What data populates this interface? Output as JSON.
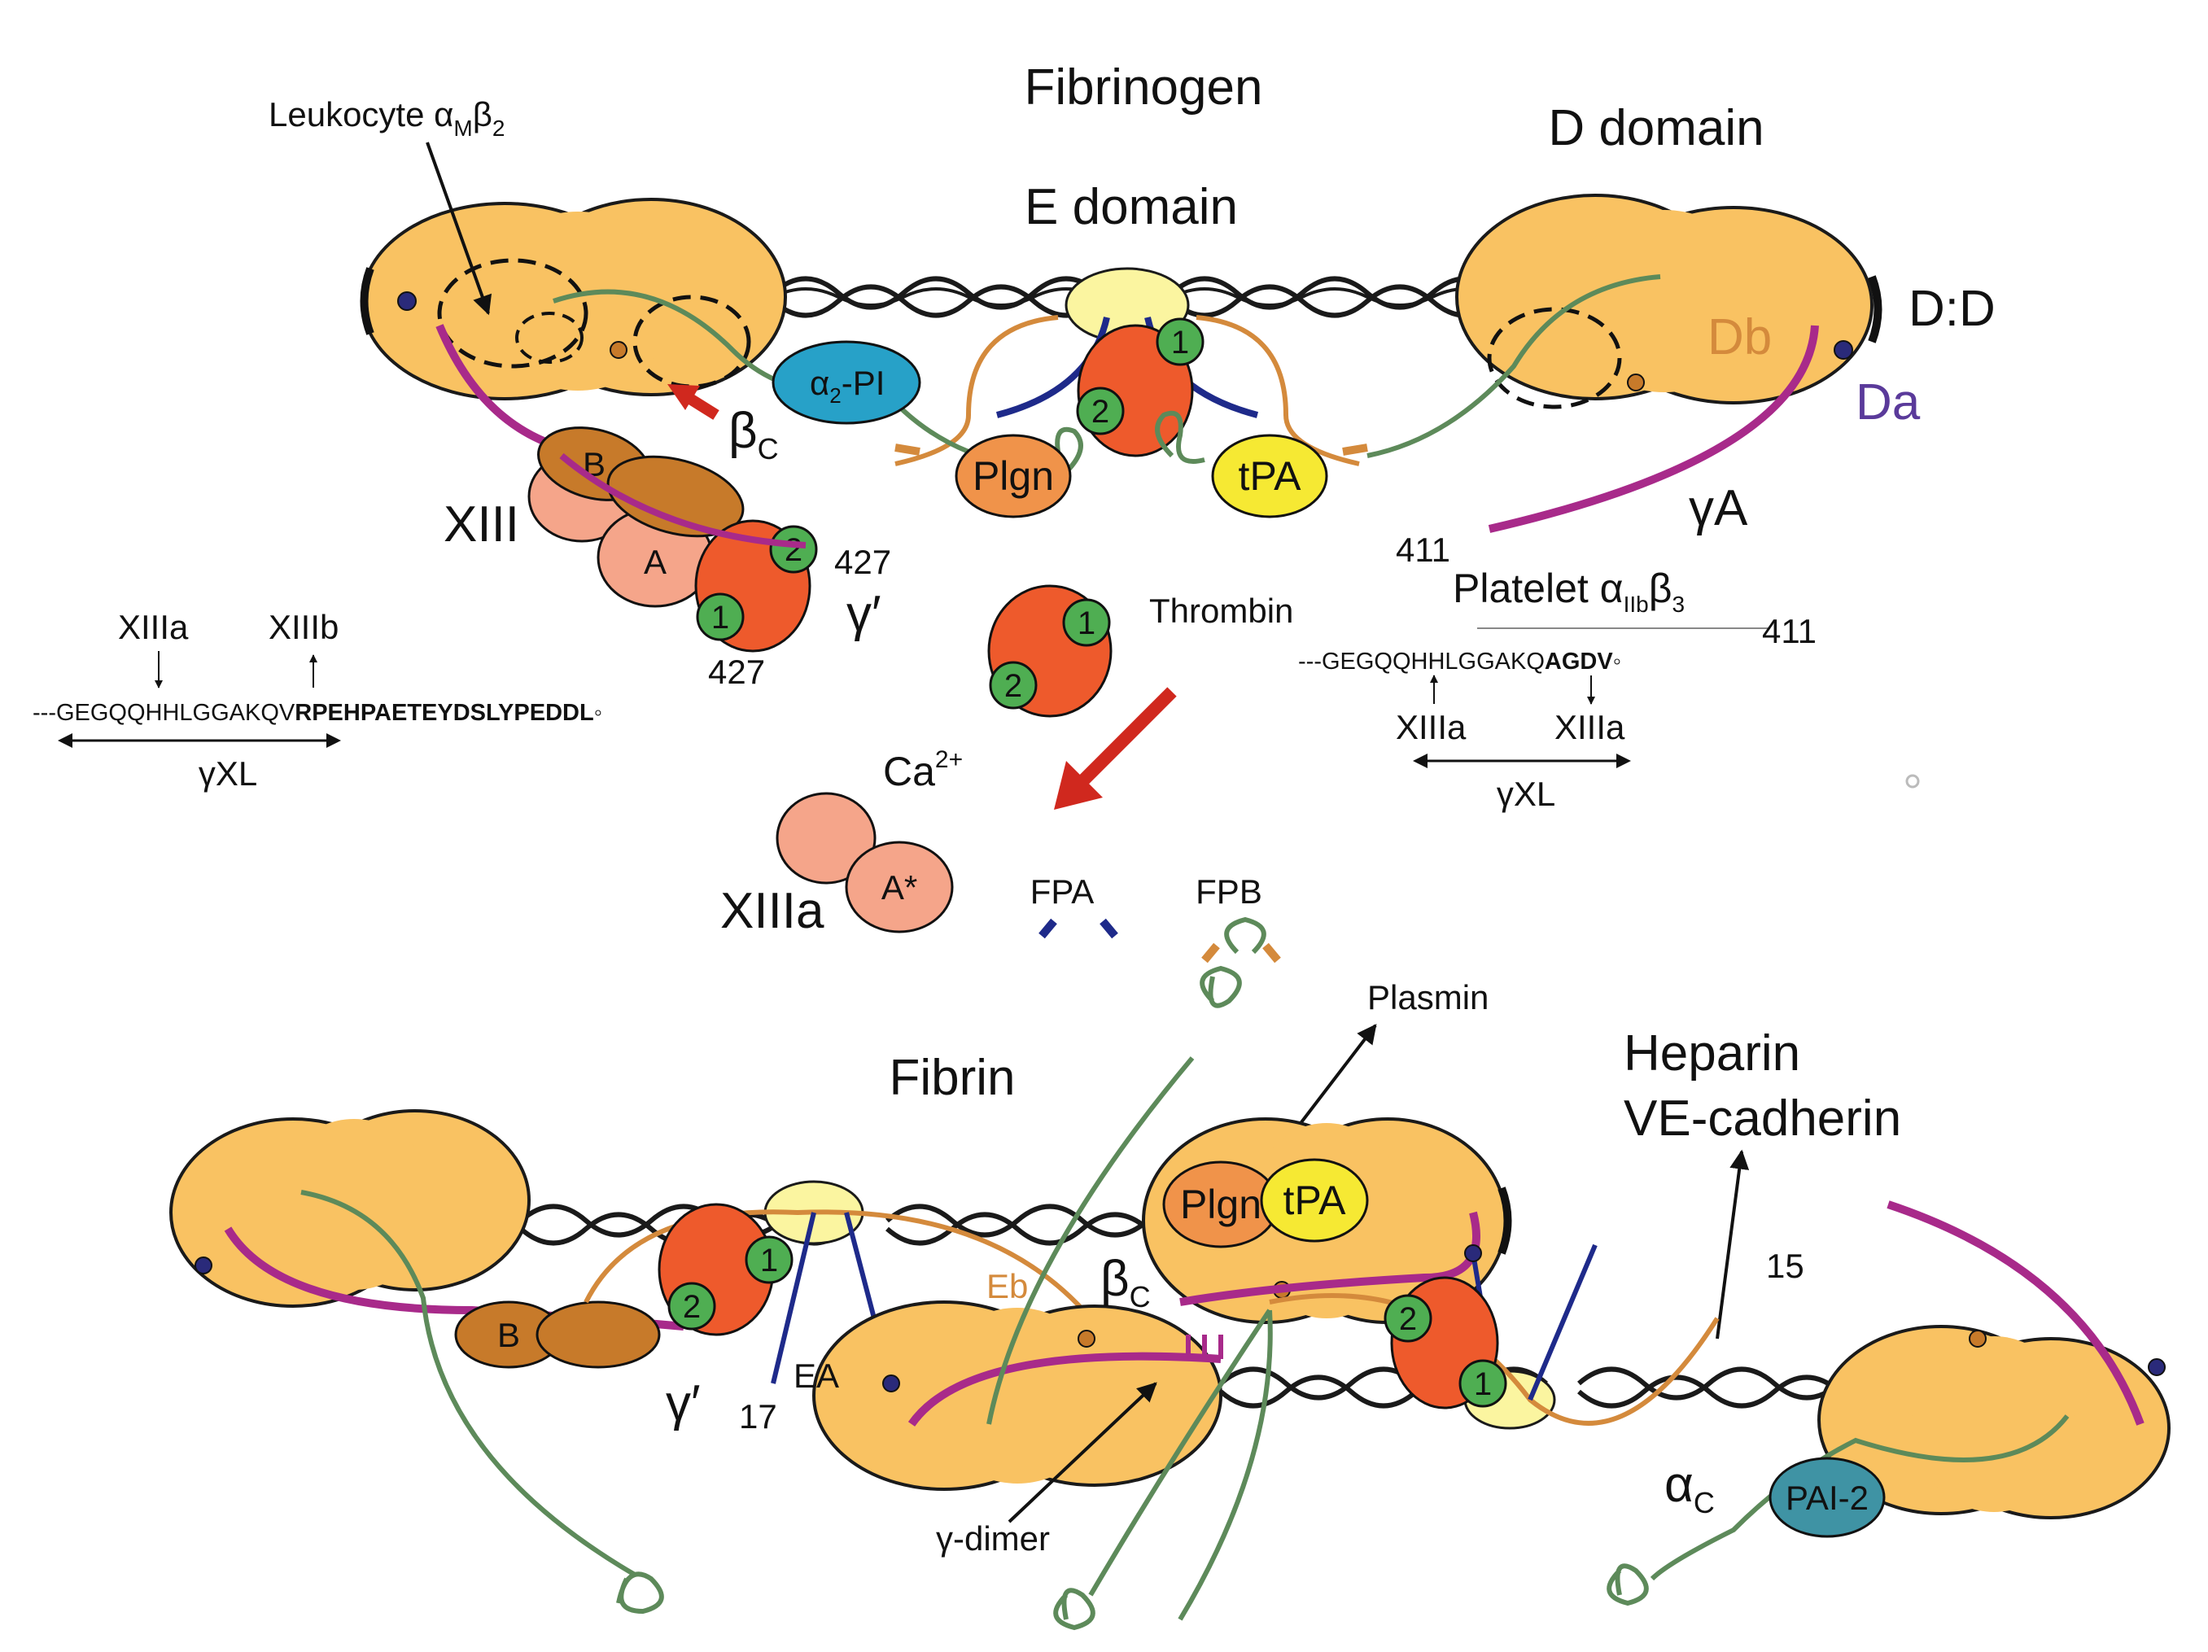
{
  "colors": {
    "domain_fill": "#f9c262",
    "domain_stroke": "#1a1a1a",
    "e_domain_fill": "#fbf5a0",
    "thrombin_red": "#ee5a2c",
    "thrombin_green": "#4fae52",
    "xiii_b_brown": "#c77a2a",
    "xiii_a_pink": "#f5a58a",
    "alpha2pi_blue": "#27a1c8",
    "plgn_orange": "#f0934a",
    "tpa_yellow": "#f6e933",
    "pai2_teal": "#3f93a4",
    "chain_magenta": "#a82a8a",
    "chain_green": "#5d8a5a",
    "chain_orange": "#d48a3c",
    "chain_navy": "#1e2a8a",
    "arrow_red": "#d0281e"
  },
  "top": {
    "title": "Fibrinogen",
    "leukocyte": "Leukocyte α",
    "leukocyte_sub1": "M",
    "leukocyte_mid": "β",
    "leukocyte_sub2": "2",
    "d_domain": "D domain",
    "e_domain": "E domain",
    "dd": "D:D",
    "db": "Db",
    "da": "Da",
    "beta_c": "β",
    "beta_c_sub": "C",
    "alpha2pi": "α",
    "alpha2pi_sub": "2",
    "alpha2pi_tail": "-PI",
    "plgn": "Plgn",
    "tpa": "tPA",
    "xiii": "XIII",
    "b_label": "B",
    "a_label": "A",
    "n427": "427",
    "gamma_prime": "γ′",
    "gamma_a": "γA",
    "n411": "411",
    "platelet": "Platelet α",
    "platelet_sub": "IIb",
    "platelet_mid": "β",
    "platelet_sub2": "3",
    "n411b": "411",
    "thrombin": "Thrombin",
    "one": "1",
    "two": "2"
  },
  "left_seq": {
    "xiiia": "XIIIa",
    "xiiib": "XIIIb",
    "n427": "427",
    "prefix": "---GEGQQHHLGGAKQV",
    "bold": "RPEHPAETEYDSLYPEDDL",
    "suffix": "◦",
    "gxl": "γXL"
  },
  "right_seq": {
    "prefix": "---GEGQQHHLGGAKQ",
    "bold": "AGDV",
    "suffix": "◦",
    "xiiia1": "XIIIa",
    "xiiia2": "XIIIa",
    "gxl": "γXL"
  },
  "middle": {
    "ca": "Ca",
    "ca_sup": "2+",
    "xiiia": "XIIIa",
    "astar": "A*",
    "fpa": "FPA",
    "fpb": "FPB"
  },
  "bottom": {
    "title": "Fibrin",
    "plasmin": "Plasmin",
    "heparin": "Heparin",
    "vecad": "VE-cadherin",
    "n15": "15",
    "plgn": "Plgn",
    "tpa": "tPA",
    "beta_c": "β",
    "beta_c_sub": "C",
    "eb": "Eb",
    "b_label": "B",
    "gamma_prime": "γ′",
    "n17": "17",
    "ea": "EA",
    "gamma_dimer": "γ-dimer",
    "alpha_c": "α",
    "alpha_c_sub": "C",
    "pai2": "PAI-2",
    "one": "1",
    "two": "2"
  }
}
